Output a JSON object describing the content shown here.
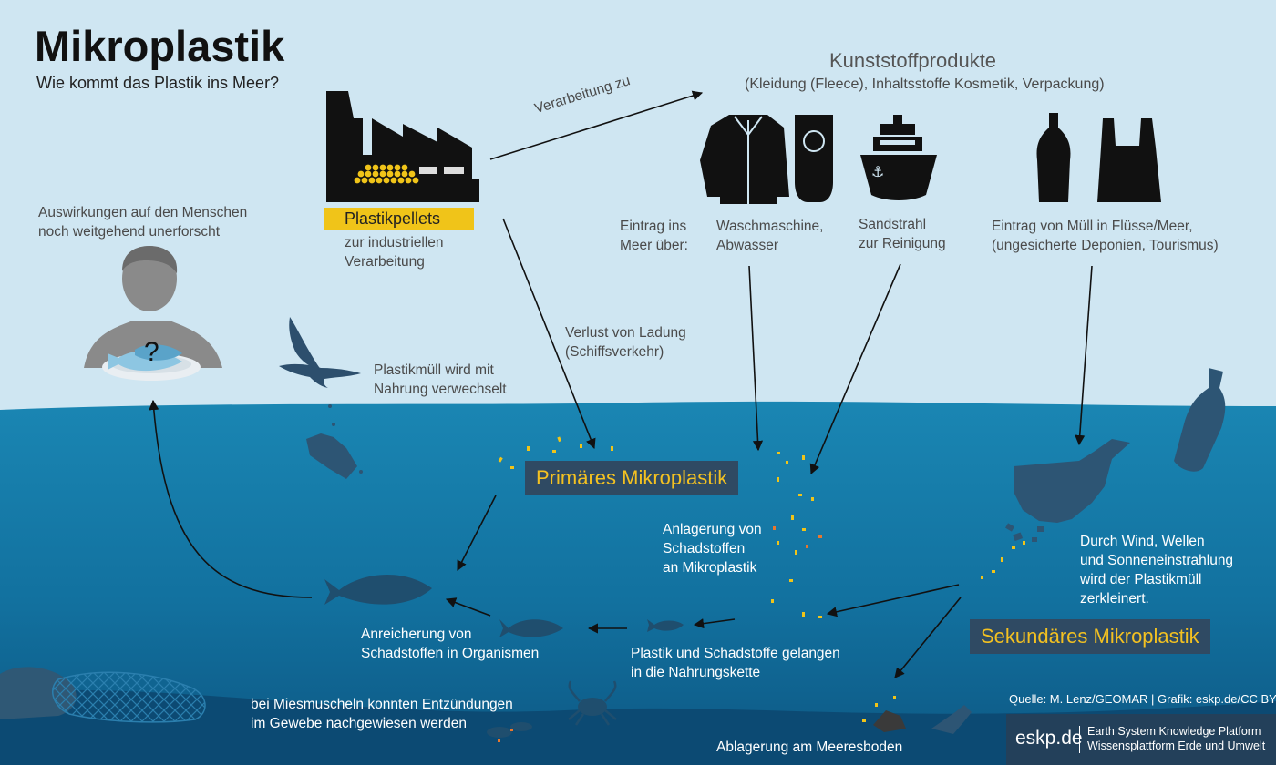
{
  "header": {
    "title": "Mikroplastik",
    "subtitle": "Wie kommt das Plastik ins Meer?"
  },
  "products": {
    "title": "Kunststoffprodukte",
    "subtitle": "(Kleidung (Fleece), Inhaltsstoffe Kosmetik, Verpackung)"
  },
  "labels": {
    "processing": "Verarbeitung zu",
    "pellets": "Plastikpellets",
    "pellets_note": "zur industriellen\nVerarbeitung",
    "human_effects": "Auswirkungen auf den Menschen\nnoch weitgehend unerforscht",
    "entry_via": "Eintrag ins\nMeer über:",
    "washing": "Waschmaschine,\nAbwasser",
    "sandblast": "Sandstrahl\nzur Reinigung",
    "waste_entry": "Eintrag von Müll in Flüsse/Meer,\n(ungesicherte Deponien, Tourismus)",
    "cargo_loss": "Verlust von Ladung\n(Schiffsverkehr)",
    "bird": "Plastikmüll wird mit\nNahrung verwechselt",
    "primary": "Primäres Mikroplastik",
    "secondary": "Sekundäres Mikroplastik",
    "fragmentation": "Durch Wind, Wellen\nund Sonneneinstrahlung\nwird der Plastikmüll\nzerkleinert.",
    "adsorption": "Anlagerung von\nSchadstoffen\nan Mikroplastik",
    "accumulation": "Anreicherung von\nSchadstoffen in Organismen",
    "food_chain": "Plastik und Schadstoffe gelangen\nin die Nahrungskette",
    "mussels": "bei Miesmuscheln konnten Entzündungen\nim Gewebe nachgewiesen werden",
    "seafloor": "Ablagerung am Meeresboden",
    "question_mark": "?"
  },
  "footer": {
    "source": "Quelle: M. Lenz/GEOMAR | Grafik: eskp.de/CC BY",
    "brand": "eskp.de",
    "brand_line1": "Earth System Knowledge Platform",
    "brand_line2": "Wissensplattform Erde und Umwelt"
  },
  "colors": {
    "sky": "#cfe6f2",
    "sea_surface": "#1c88b4",
    "sea_deep": "#0f5f8b",
    "pellet_yellow": "#f0c419",
    "label_box": "#2f4a63",
    "icon": "#111111"
  }
}
